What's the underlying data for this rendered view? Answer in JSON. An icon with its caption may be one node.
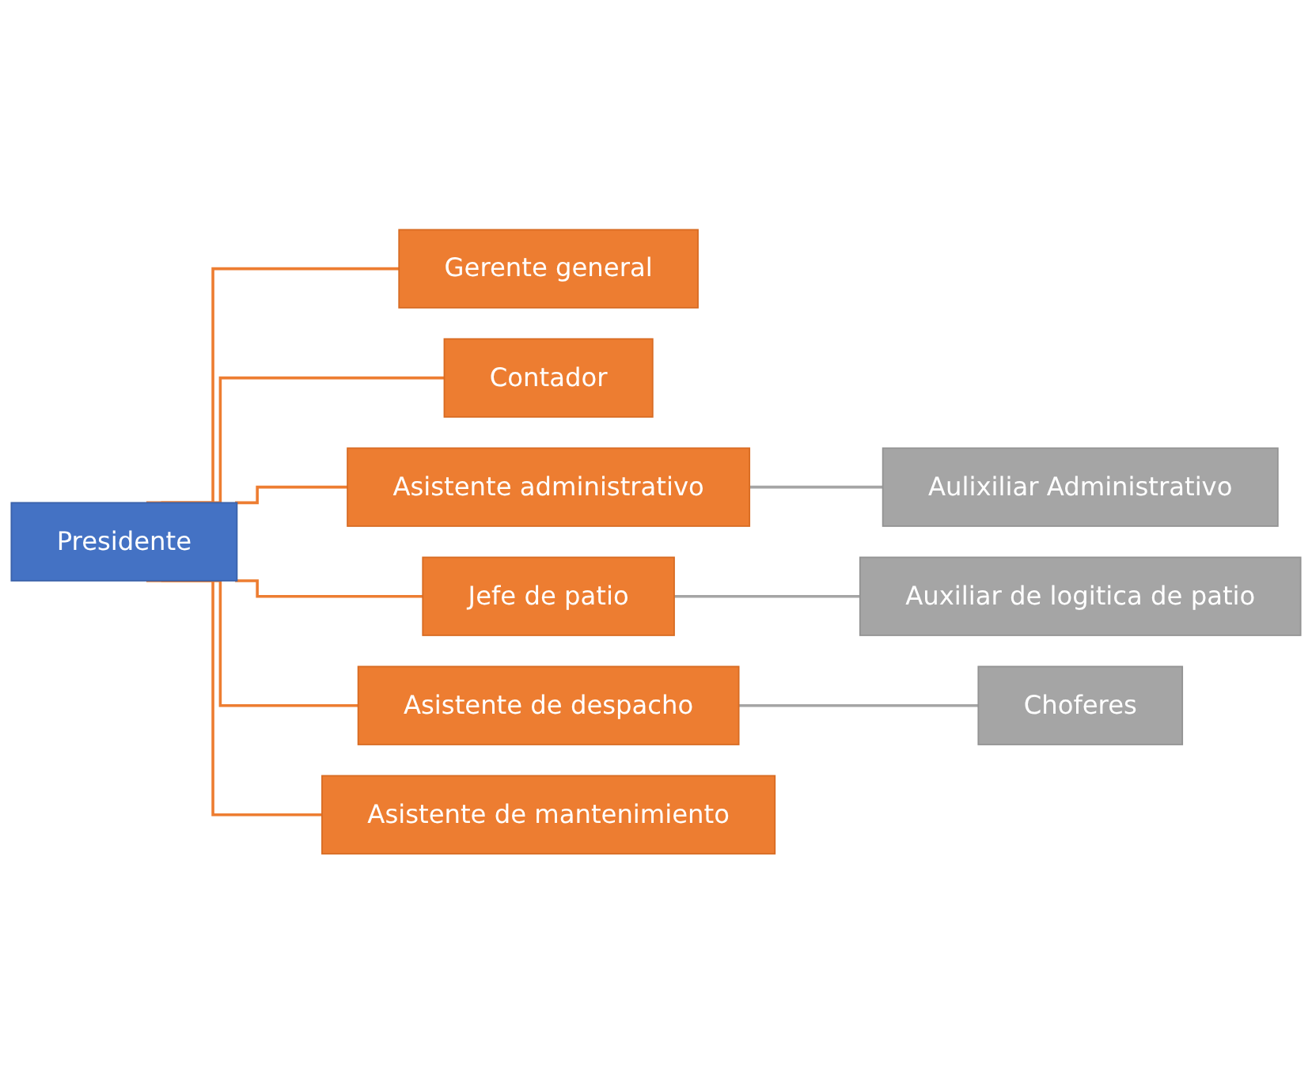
{
  "diagram": {
    "nodes": [
      {
        "text": [
          "Presidente"
        ]
      },
      {
        "text": [
          "Gerente general"
        ]
      },
      {
        "text": [
          "Contador"
        ]
      },
      {
        "text": [
          "Asistente administrativo"
        ]
      },
      {
        "text": [
          "Aulixiliar Administrativo"
        ]
      },
      {
        "text": [
          "Jefe de patio"
        ]
      },
      {
        "text": [
          "Auxiliar de logitica de patio"
        ]
      },
      {
        "text": [
          "Asistente de despacho"
        ]
      },
      {
        "text": [
          "Choferes"
        ]
      },
      {
        "text": [
          "Asistente de mantenimiento"
        ]
      }
    ],
    "edges": [
      {
        "from": 0,
        "to": 1,
        "arrow": "none"
      },
      {
        "from": 0,
        "to": 2,
        "arrow": "none"
      },
      {
        "from": 0,
        "to": 3,
        "arrow": "none"
      },
      {
        "from": 0,
        "to": 5,
        "arrow": "none"
      },
      {
        "from": 0,
        "to": 7,
        "arrow": "none"
      },
      {
        "from": 0,
        "to": 9,
        "arrow": "none"
      },
      {
        "from": 3,
        "to": 4,
        "arrow": "none",
        "color": "#a5a5a5"
      },
      {
        "from": 5,
        "to": 6,
        "arrow": "none",
        "color": "#a5a5a5"
      },
      {
        "from": 7,
        "to": 8,
        "arrow": "none",
        "color": "#a5a5a5"
      }
    ]
  }
}
